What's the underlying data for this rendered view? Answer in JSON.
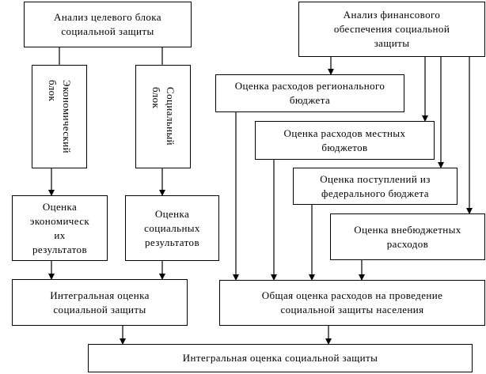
{
  "blocks": {
    "target_analysis": "Анализ целевого блока\nсоциальной защиты",
    "finance_analysis": "Анализ финансового\nобеспечения социальной\nзащиты",
    "economic_block": "Экономический\nблок",
    "social_block": "Социальный\nблок",
    "regional_budget": "Оценка расходов регионального\nбюджета",
    "local_budgets": "Оценка расходов местных\nбюджетов",
    "federal_budget": "Оценка поступлений из\nфедерального бюджета",
    "offbudget": "Оценка внебюджетных\nрасходов",
    "economic_results": "Оценка\nэкономическ\nих\nрезультатов",
    "social_results": "Оценка\nсоциальных\nрезультатов",
    "integral_social": "Интегральная оценка\nсоциальной защиты",
    "total_expenses": "Общая оценка расходов на проведение\nсоциальной защиты населения",
    "final_integral": "Интегральная оценка социальной защиты"
  }
}
